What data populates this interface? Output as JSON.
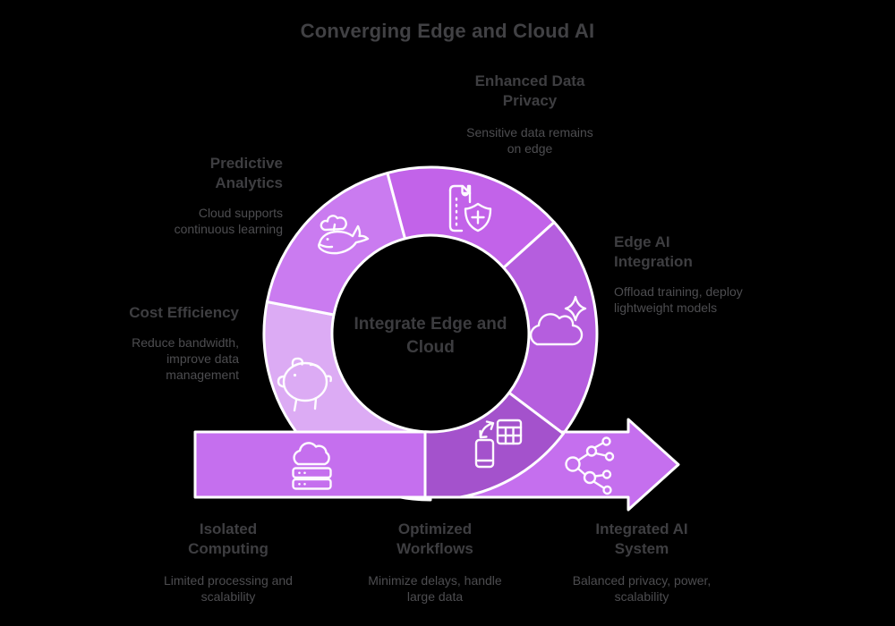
{
  "title": "Converging Edge and Cloud AI",
  "center_label": "Integrate Edge and\nCloud",
  "sections": {
    "enhanced_data_privacy": {
      "heading": "Enhanced Data\nPrivacy",
      "sub": "Sensitive data remains\non edge"
    },
    "predictive_analytics": {
      "heading": "Predictive\nAnalytics",
      "sub": "Cloud supports\ncontinuous learning"
    },
    "edge_ai_integration": {
      "heading": "Edge AI\nIntegration",
      "sub": "Offload training, deploy\nlightweight models"
    },
    "cost_efficiency": {
      "heading": "Cost Efficiency",
      "sub": "Reduce bandwidth,\nimprove data\nmanagement"
    },
    "isolated_computing": {
      "heading": "Isolated\nComputing",
      "sub": "Limited processing and\nscalability"
    },
    "optimized_workflows": {
      "heading": "Optimized\nWorkflows",
      "sub": "Minimize delays, handle\nlarge data"
    },
    "integrated_ai_system": {
      "heading": "Integrated AI\nSystem",
      "sub": "Balanced privacy, power,\nscalability"
    }
  },
  "colors": {
    "segment_whale": "#ca7bf0",
    "segment_zip": "#c263e9",
    "segment_cloud": "#b55ede",
    "segment_dark": "#a452cc",
    "segment_piggy": "#dcabf4",
    "band": "#c56fee",
    "outline": "#ffffff",
    "title_text": "#414144",
    "heading_text": "#3e3e41",
    "sub_text": "#4d4d50"
  },
  "icons": [
    "whale-icon",
    "zip-file-shield-icon",
    "cloud-sparkle-icon",
    "piggy-bank-icon",
    "cloud-server-icon",
    "phone-table-sync-icon",
    "network-nodes-icon",
    "arrow-right-shape"
  ]
}
